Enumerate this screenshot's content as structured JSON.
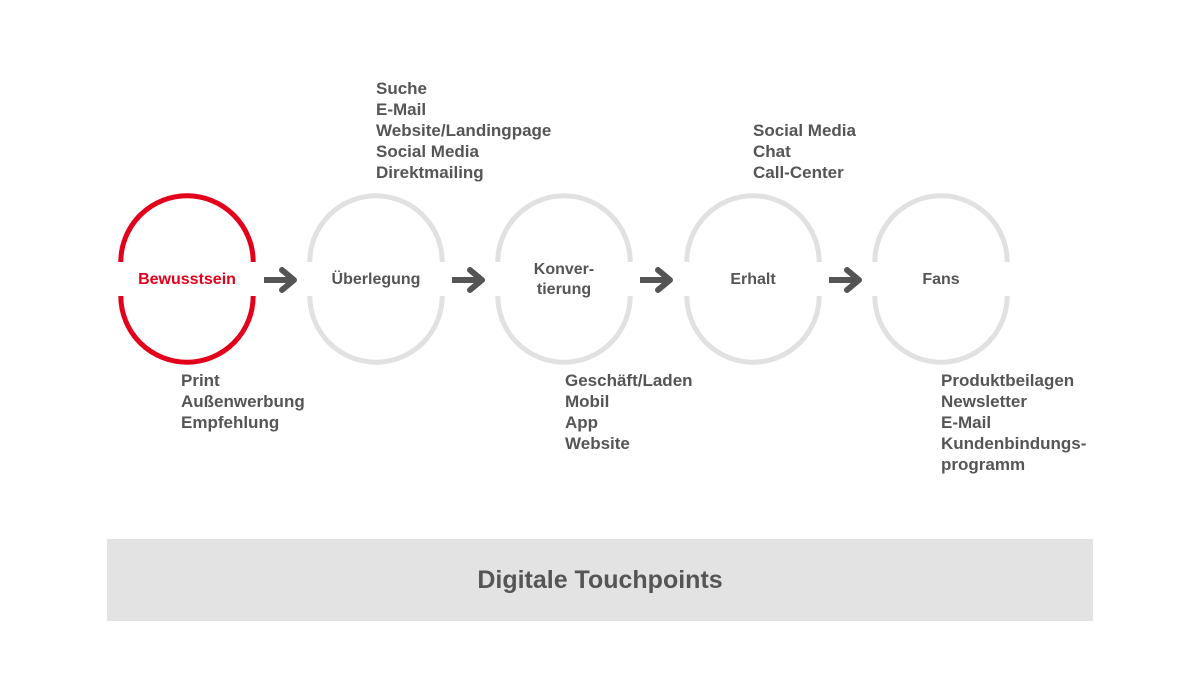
{
  "stages": [
    {
      "label": "Bewusstsein",
      "active": true
    },
    {
      "label": "Überlegung",
      "active": false
    },
    {
      "label": "Konver-\ntierung",
      "active": false
    },
    {
      "label": "Erhalt",
      "active": false
    },
    {
      "label": "Fans",
      "active": false
    }
  ],
  "touchpoints": {
    "bewusstsein": [
      "Print",
      "Außenwerbung",
      "Empfehlung"
    ],
    "ueberlegung": [
      "Suche",
      "E-Mail",
      "Website/Landingpage",
      "Social Media",
      "Direktmailing"
    ],
    "konvertierung": [
      "Geschäft/Laden",
      "Mobil",
      "App",
      "Website"
    ],
    "erhalt": [
      "Social Media",
      "Chat",
      "Call-Center"
    ],
    "fans": [
      "Produktbeilagen",
      "Newsletter",
      "E-Mail",
      "Kundenbindungs-",
      "programm"
    ]
  },
  "banner": {
    "label": "Digitale Touchpoints"
  },
  "colors": {
    "accent": "#e3001b",
    "ring": "#e1e1e1",
    "text": "#555555",
    "banner_bg": "#e3e3e3"
  }
}
